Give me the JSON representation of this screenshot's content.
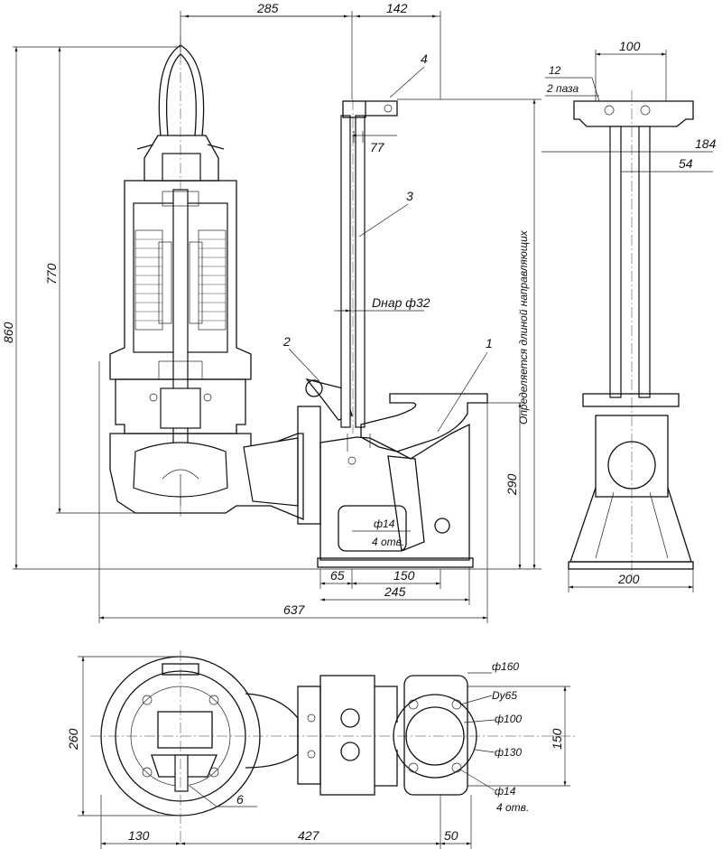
{
  "dimensions": {
    "top_width_left": "285",
    "top_width_right": "142",
    "overall_height": "860",
    "unit_height": "770",
    "pipe_length": "Dнар ф32",
    "guide_rail_note": "Определяется длиной направляющих",
    "flange_height": "290",
    "hole_diam": "ф14",
    "hole_count": "4 отв.",
    "base_65": "65",
    "base_150": "150",
    "base_245": "245",
    "overall_length": "637",
    "bracket_77": "77",
    "side_100": "100",
    "side_12": "12",
    "side_slots": "2 паза",
    "side_184": "184",
    "side_54": "54",
    "side_200": "200",
    "plan_260": "260",
    "plan_130": "130",
    "plan_427": "427",
    "plan_50": "50",
    "flange_d160": "ф160",
    "flange_dy65": "Dy65",
    "flange_d100": "ф100",
    "flange_d130": "ф130",
    "flange_150": "150",
    "flange_holes_d": "ф14",
    "flange_holes_n": "4 отв."
  },
  "callouts": [
    "1",
    "2",
    "3",
    "4",
    "6"
  ]
}
